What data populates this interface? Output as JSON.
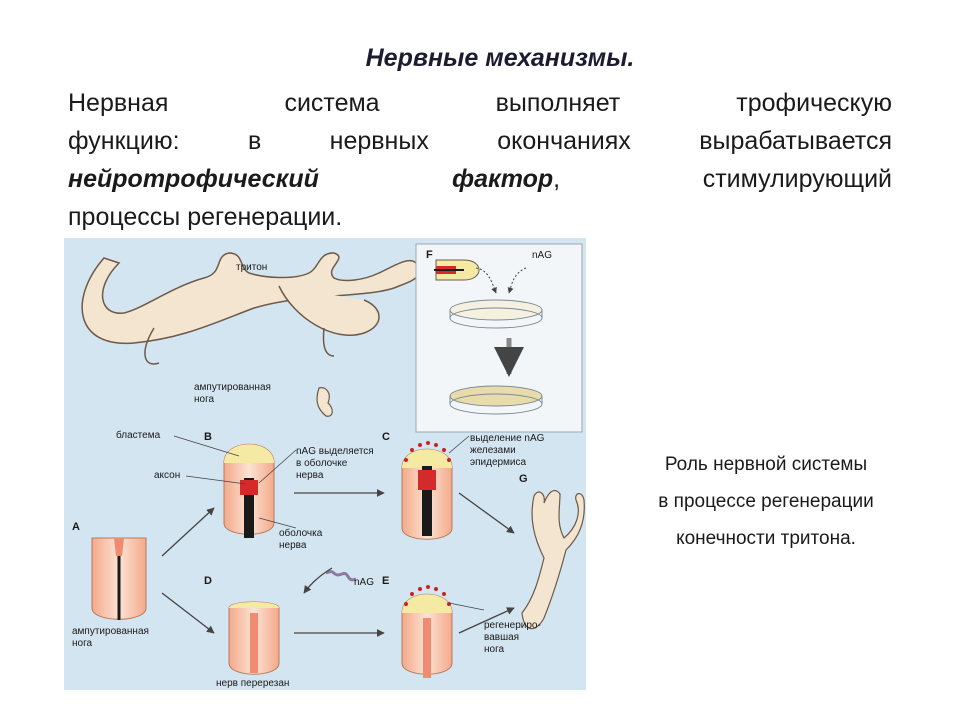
{
  "slide": {
    "title": "Нервные механизмы.",
    "para_line1": "Нервная система выполняет трофическую",
    "para_line2": "функцию: в нервных окончаниях вырабатывается",
    "para_bold1": "нейротрофический",
    "para_bold2": "фактор",
    "para_comma": ",",
    "para_line3_rest": "стимулирующий",
    "para_line4": "процессы регенерации."
  },
  "figure": {
    "label_triton": "тритон",
    "label_amputated_leg_1": "ампутированная",
    "label_amputated_leg_2": "нога",
    "label_blastema": "бластема",
    "label_axon": "аксон",
    "label_nag_sheath_1": "nAG выделяется",
    "label_nag_sheath_2": "в оболочке",
    "label_nag_sheath_3": "нерва",
    "label_nerve_sheath_1": "оболочка",
    "label_nerve_sheath_2": "нерва",
    "label_nag_secretion_1": "выделение nAG",
    "label_nag_secretion_2": "железами",
    "label_nag_secretion_3": "эпидермиса",
    "label_nag": "nAG",
    "label_nag_f": "nAG",
    "label_amputated_leg_a1": "ампутированная",
    "label_amputated_leg_a2": "нога",
    "label_nerve_cut": "нерв перерезан",
    "label_regenerated_1": "регенериро-",
    "label_regenerated_2": "вавшая",
    "label_regenerated_3": "нога",
    "panel_a": "A",
    "panel_b": "B",
    "panel_c": "C",
    "panel_d": "D",
    "panel_e": "E",
    "panel_f": "F",
    "panel_g": "G"
  },
  "caption": {
    "line1": "Роль нервной системы",
    "line2": "в процессе регенерации",
    "line3": "конечности тритона."
  },
  "colors": {
    "figure_bg": "#d3e5f1",
    "limb_fill": "#f6b896",
    "limb_inner": "#fbe7da",
    "nerve": "#1a1a1a",
    "sheath_red": "#d42a2a",
    "blastema": "#f5eaa4",
    "newt": "#f3e5d0"
  }
}
